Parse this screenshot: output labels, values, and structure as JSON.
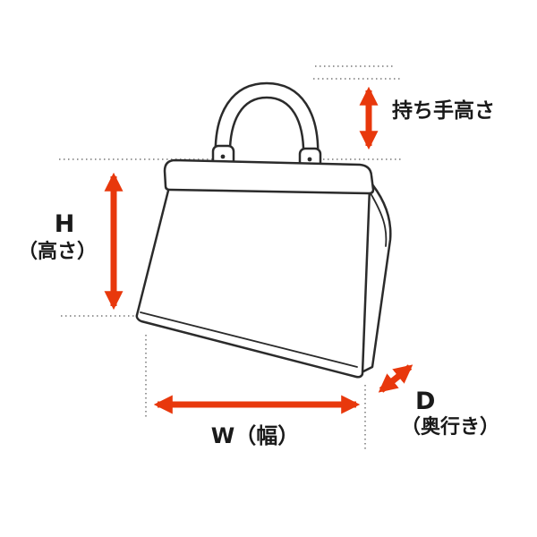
{
  "diagram": {
    "title": "bag-measurement-diagram",
    "labels": {
      "handle_height": "持ち手高さ",
      "height_letter": "H",
      "height_text": "（高さ）",
      "width_text": "W（幅）",
      "depth_letter": "D",
      "depth_text": "（奥行き）"
    },
    "colors": {
      "arrow": "#e8380c",
      "line": "#2b2b2b",
      "guide": "#999999",
      "background": "#ffffff",
      "text": "#1a1a1a"
    }
  }
}
